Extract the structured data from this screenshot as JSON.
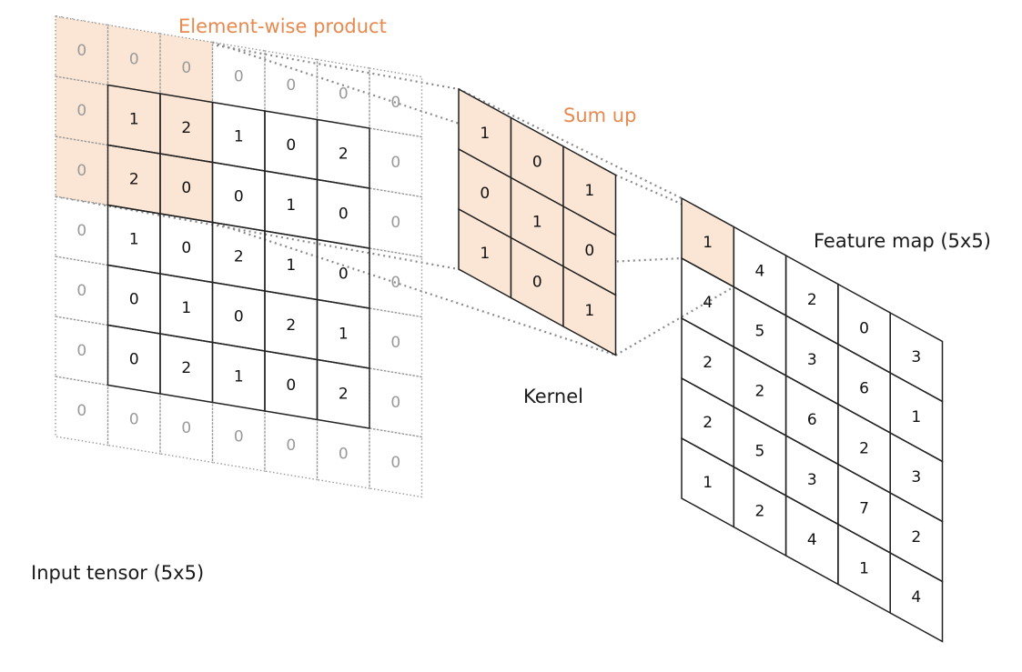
{
  "labels": {
    "elementwise": "Element-wise product",
    "sumup": "Sum up",
    "kernel": "Kernel",
    "input": "Input tensor (5x5)",
    "feature": "Feature map (5x5)"
  },
  "input_padded": [
    [
      "0",
      "0",
      "0",
      "0",
      "0",
      "0",
      "0"
    ],
    [
      "0",
      "1",
      "2",
      "1",
      "0",
      "2",
      "0"
    ],
    [
      "0",
      "2",
      "0",
      "0",
      "1",
      "0",
      "0"
    ],
    [
      "0",
      "1",
      "0",
      "2",
      "1",
      "0",
      "0"
    ],
    [
      "0",
      "0",
      "1",
      "0",
      "2",
      "1",
      "0"
    ],
    [
      "0",
      "0",
      "2",
      "1",
      "0",
      "2",
      "0"
    ],
    [
      "0",
      "0",
      "0",
      "0",
      "0",
      "0",
      "0"
    ]
  ],
  "kernel": [
    [
      "1",
      "0",
      "1"
    ],
    [
      "0",
      "1",
      "0"
    ],
    [
      "1",
      "0",
      "1"
    ]
  ],
  "feature_map": [
    [
      "1",
      "4",
      "2",
      "0",
      "3"
    ],
    [
      "4",
      "5",
      "3",
      "6",
      "1"
    ],
    [
      "2",
      "2",
      "6",
      "2",
      "3"
    ],
    [
      "2",
      "5",
      "3",
      "7",
      "2"
    ],
    [
      "1",
      "2",
      "4",
      "1",
      "4"
    ]
  ],
  "colors": {
    "highlight": "#FBE6D6",
    "accent": "#E8894F",
    "grid": "#222222",
    "padding_grid": "#9a9a9a",
    "padding_text": "#9a9a9a",
    "connector": "#8a8a8a"
  }
}
